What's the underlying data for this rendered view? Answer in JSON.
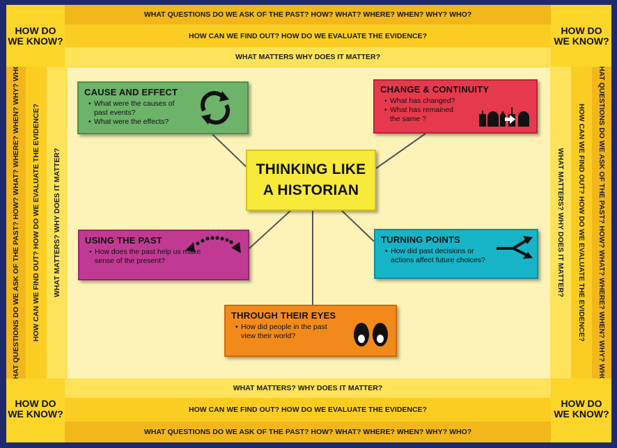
{
  "corners": {
    "label_line1": "HOW DO",
    "label_line2": "WE KNOW?"
  },
  "bands": {
    "questions": "WHAT QUESTIONS DO WE ASK OF THE PAST? HOW? WHAT? WHERE? WHEN? WHY? WHO?",
    "evidence": "HOW CAN WE FIND OUT? HOW DO WE EVALUATE THE EVIDENCE?",
    "matters_top": "WHAT MATTERS  WHY DOES IT MATTER?",
    "matters": "WHAT MATTERS? WHY DOES IT MATTER?"
  },
  "center": {
    "line1": "THINKING LIKE",
    "line2": "A HISTORIAN"
  },
  "concepts": {
    "cause": {
      "title": "CAUSE AND EFFECT",
      "b1a": "What were the causes of",
      "b1b": "past events?",
      "b2": "What were the effects?"
    },
    "change": {
      "title": "CHANGE & CONTINUITY",
      "b1": "What has changed?",
      "b2a": "What has remained",
      "b2b": "the same ?"
    },
    "using": {
      "title": "USING THE PAST",
      "b1a": "How does the past help us make",
      "b1b": "sense of the present?"
    },
    "turning": {
      "title": "TURNING POINTS",
      "b1a": "How did past decisions or",
      "b1b": "actions affect future choices?"
    },
    "eyes": {
      "title": "THROUGH THEIR EYES",
      "b1a": "How did people in the past",
      "b1b": "view their world?"
    }
  },
  "icons": {
    "cause": "cycle-arrows-icon",
    "change": "buildings-arrow-icon",
    "using": "dotted-arc-arrow-icon",
    "turning": "fork-arrow-icon",
    "eyes": "eyes-icon"
  },
  "colors": {
    "cause": "#6db36a",
    "change": "#e7394d",
    "center": "#f7ea3a",
    "using": "#c03a93",
    "turning": "#17b4c8",
    "eyes": "#f28a1b",
    "frame": "#fcd52a",
    "inner": "#fdf3b8",
    "border": "#1f2a6e"
  }
}
